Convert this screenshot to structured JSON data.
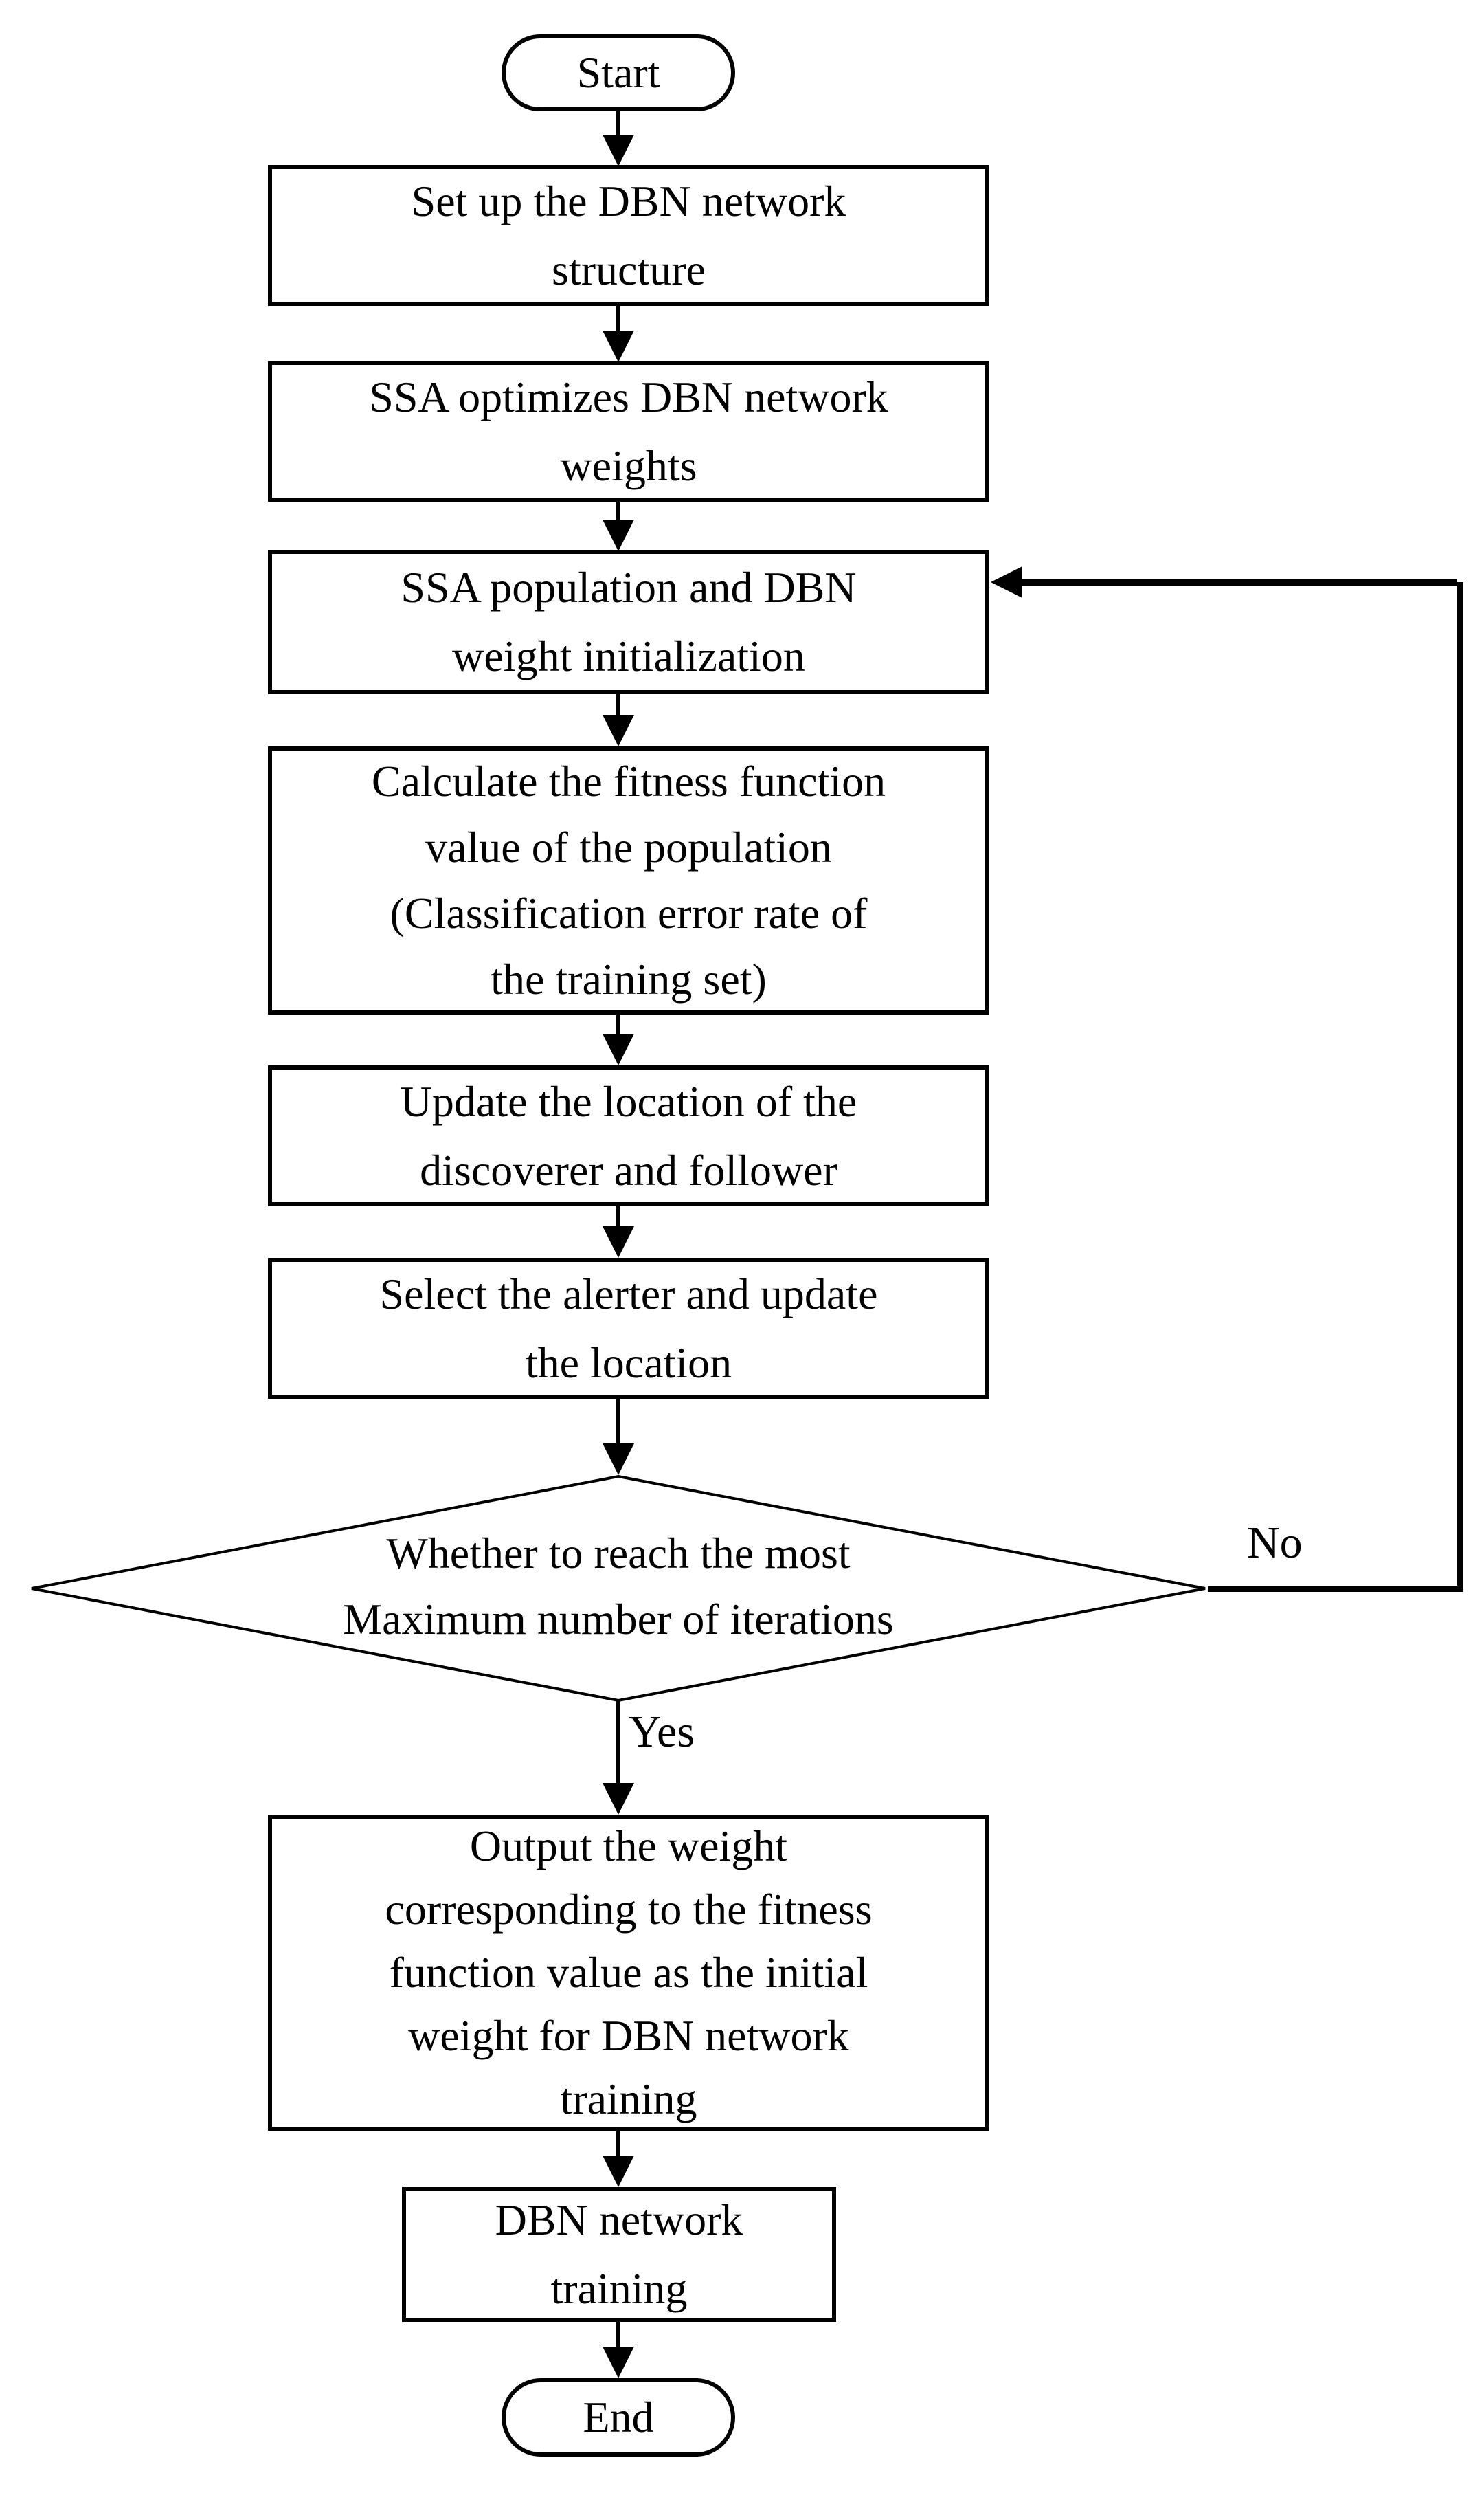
{
  "title": "SSA optimized DBN training flowchart",
  "colors": {
    "ink": "#000000",
    "paper": "#ffffff"
  },
  "nodes": {
    "start": {
      "label": "Start"
    },
    "setup": {
      "lines": [
        "Set up the DBN network",
        "structure"
      ]
    },
    "optimize": {
      "lines": [
        "SSA optimizes DBN network",
        "weights"
      ]
    },
    "init": {
      "lines": [
        "SSA population and DBN",
        "weight initialization"
      ]
    },
    "fitness": {
      "lines": [
        "Calculate the fitness function",
        "value of the population",
        "(Classification error rate of",
        "the training set)"
      ]
    },
    "update_location": {
      "lines": [
        "Update the location of the",
        "discoverer and follower"
      ]
    },
    "alerter": {
      "lines": [
        "Select the alerter and update",
        "the location"
      ]
    },
    "decision": {
      "lines": [
        "Whether to reach the most",
        "Maximum number of iterations"
      ]
    },
    "output": {
      "lines": [
        "Output the weight",
        "corresponding to the fitness",
        "function value as the initial",
        "weight for DBN network",
        "training"
      ]
    },
    "training": {
      "lines": [
        "DBN network",
        "training"
      ]
    },
    "end": {
      "label": "End"
    }
  },
  "edges": {
    "no_label": "No",
    "yes_label": "Yes"
  }
}
